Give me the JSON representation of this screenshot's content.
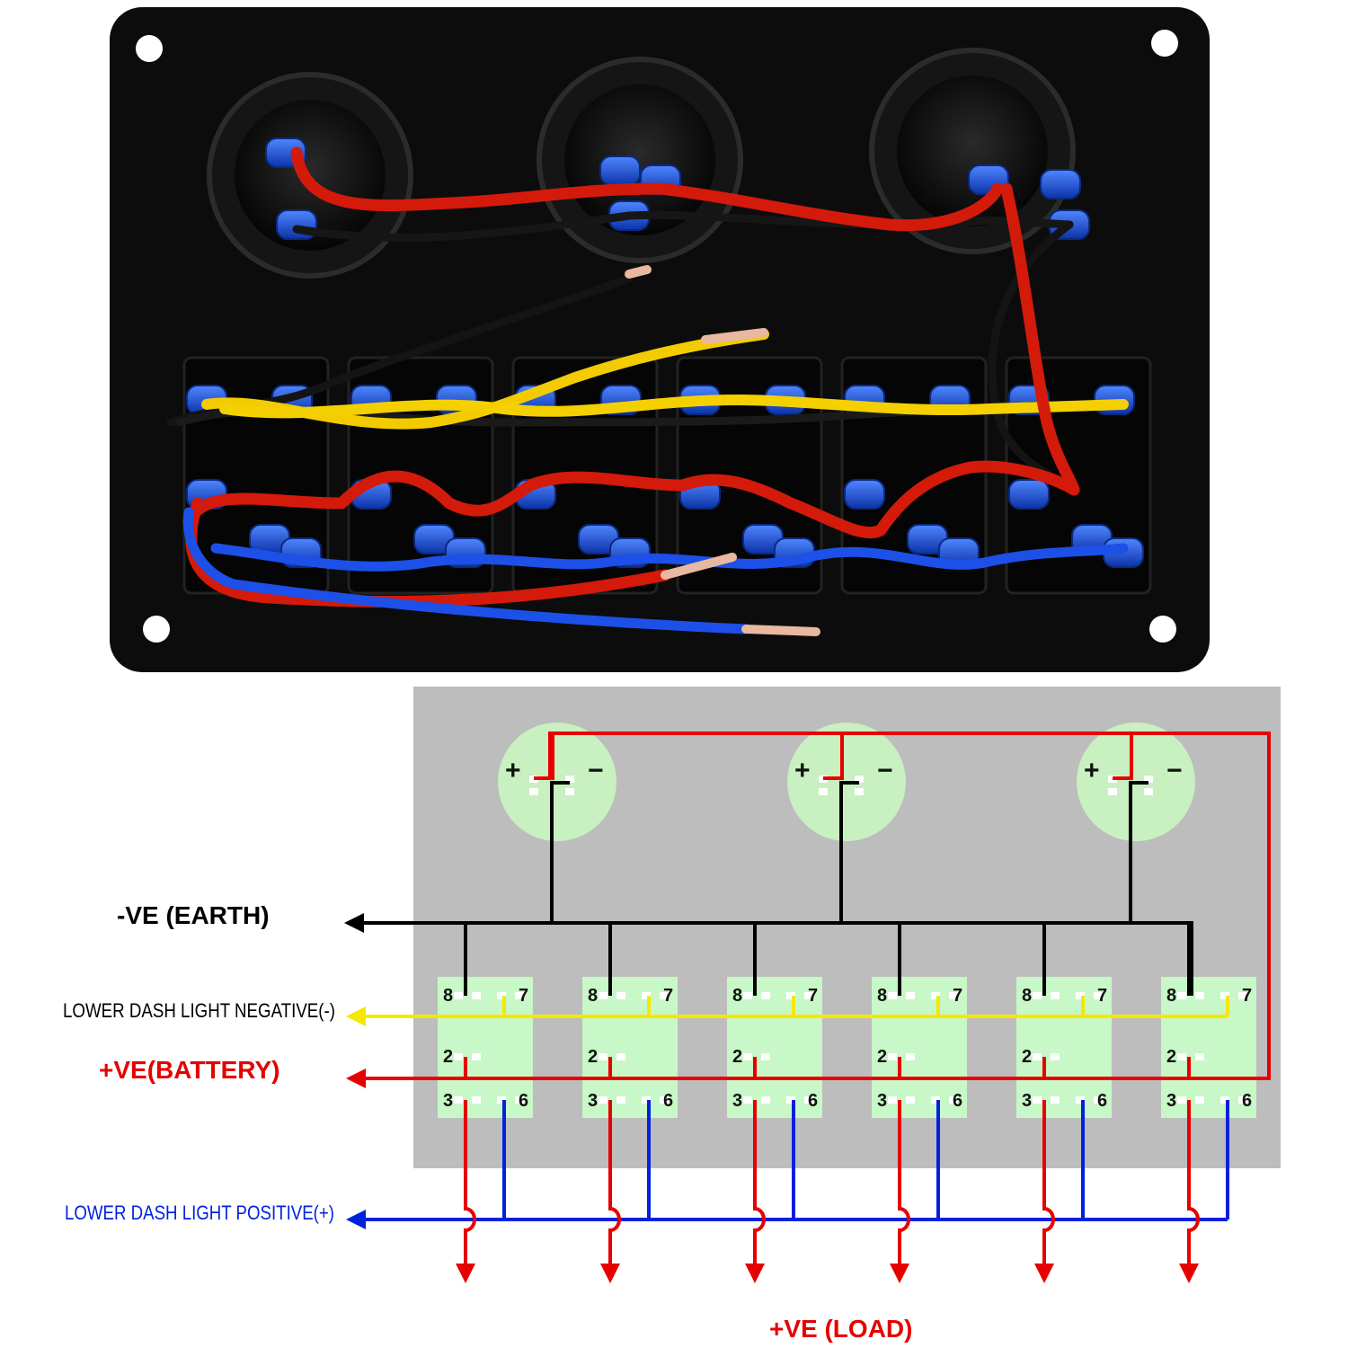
{
  "labels": {
    "earth": "-VE (EARTH)",
    "lower_neg": "LOWER DASH LIGHT NEGATIVE(-)",
    "battery": "+VE(BATTERY)",
    "lower_pos": "LOWER DASH LIGHT POSITIVE(+)",
    "load": "+VE (LOAD)"
  },
  "sockets": [
    {
      "plus": "+",
      "minus": "−"
    },
    {
      "plus": "+",
      "minus": "−"
    },
    {
      "plus": "+",
      "minus": "−"
    }
  ],
  "switch_pins": {
    "top_left": "8",
    "top_right": "7",
    "middle": "2",
    "bottom_left": "3",
    "bottom_right": "6"
  },
  "switch_count": 6,
  "wire_colors": {
    "earth": "#000000",
    "battery": "#e60000",
    "lower_neg": "#f5e800",
    "lower_pos": "#0022dd",
    "load": "#e60000"
  },
  "colors": {
    "panel": "#0c0c0c",
    "diagram_bg": "#bdbdbd",
    "socket_fill": "#c8f0c0",
    "switch_fill": "#c8f7c8",
    "connector": "#1a4fd8"
  }
}
